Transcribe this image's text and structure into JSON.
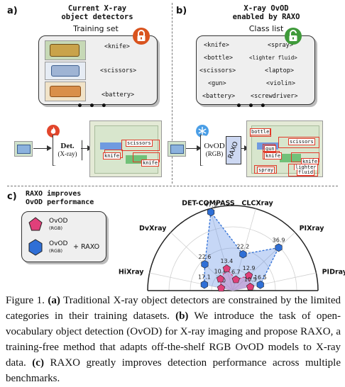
{
  "panel_a": {
    "letter": "a)",
    "title_line1": "Current X-ray",
    "title_line2": "object detectors",
    "subtitle": "Training set",
    "classes": [
      "<knife>",
      "<scissors>",
      "<battery>"
    ],
    "detector_label": "Det.",
    "detector_sub": "(X-ray)",
    "detections": [
      "scissors",
      "knife",
      "knife"
    ]
  },
  "panel_b": {
    "letter": "b)",
    "title_line1": "X-ray OvOD",
    "title_line2": "enabled by RAXO",
    "subtitle": "Class list",
    "classes_left": [
      "<knife>",
      "<bottle>",
      "<scissors>",
      "<gun>",
      "<battery>"
    ],
    "classes_right": [
      "<spray>",
      "<lighter fluid>",
      "<laptop>",
      "<violin>",
      "<screwdriver>"
    ],
    "detector_label": "OvOD",
    "detector_sub": "(RGB)",
    "raxo_label": "RAXO",
    "detections": [
      "bottle",
      "scissors",
      "gun",
      "knife",
      "knife",
      "spray",
      "lighter",
      "fluid"
    ]
  },
  "panel_c": {
    "letter": "c)",
    "title_line1": "RAXO improves",
    "title_line2": "OvOD performance",
    "legend": {
      "rgb_label": "OvOD",
      "rgb_sub": "(RGB)",
      "raxo_label": "OvOD",
      "raxo_sub": "(RGB)",
      "raxo_suffix": "+ RAXO"
    }
  },
  "chart_data": {
    "type": "radar",
    "categories": [
      "HiXray",
      "DvXray",
      "DET-COMPASS",
      "CLCXray",
      "PIXray",
      "PIDray"
    ],
    "series": [
      {
        "name": "OvOD (RGB)",
        "color": "#e0407a",
        "values": [
          7.0,
          10.0,
          13.4,
          6.7,
          12.9,
          10.5
        ]
      },
      {
        "name": "OvOD (RGB) + RAXO",
        "color": "#2f6fd6",
        "values": [
          17.1,
          22.6,
          47.9,
          22.2,
          36.9,
          16.5
        ]
      }
    ]
  },
  "caption": {
    "figure": "Figure 1.",
    "part_a_label": "(a)",
    "part_a_text": " Traditional X-ray object detectors are constrained by the limited categories in their training datasets. ",
    "part_b_label": "(b)",
    "part_b_text": " We introduce the task of open-vocabulary object detection (OvOD) for X-ray imaging and propose RAXO, a training-free method that adapts off-the-shelf RGB OvOD models to X-ray data. ",
    "part_c_label": "(c)",
    "part_c_text": " RAXO greatly improves detection performance across multiple benchmarks."
  },
  "colors": {
    "lock_closed": "#d9531e",
    "lock_open": "#3f9a3a",
    "rgb_series": "#e0407a",
    "raxo_series": "#2f6fd6",
    "bbox": "#e23a2a"
  }
}
